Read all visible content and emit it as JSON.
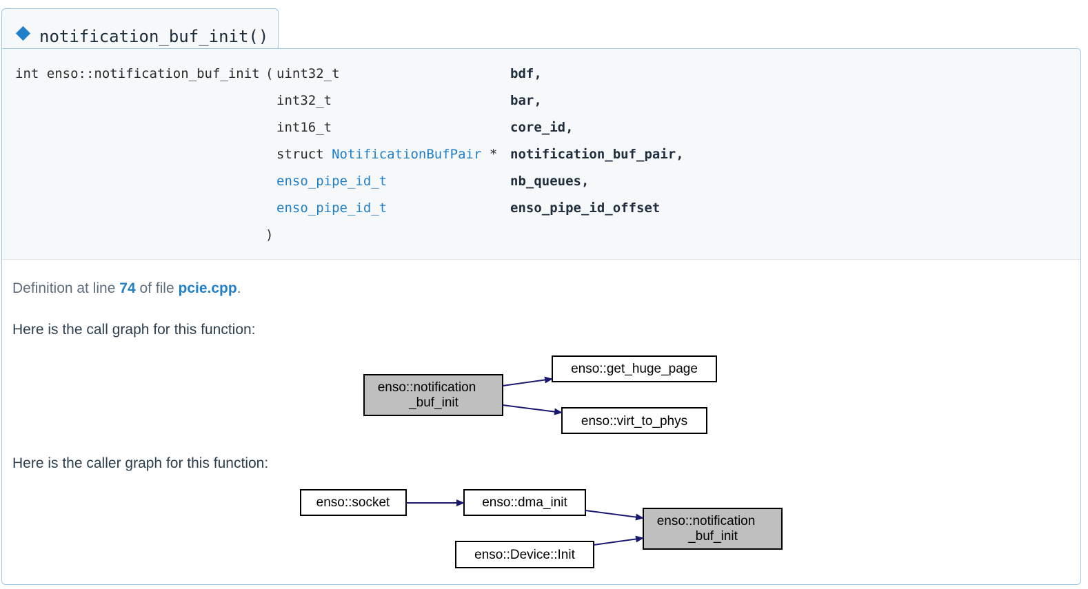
{
  "member": {
    "title": "notification_buf_init()",
    "signature_prefix": "int enso::notification_buf_init",
    "open_paren": "(",
    "close_paren": ")",
    "params": [
      {
        "type_prefix": "",
        "type": "uint32_t",
        "type_is_link": false,
        "suffix": "",
        "name": "bdf,"
      },
      {
        "type_prefix": "",
        "type": "int32_t",
        "type_is_link": false,
        "suffix": "",
        "name": "bar,"
      },
      {
        "type_prefix": "",
        "type": "int16_t",
        "type_is_link": false,
        "suffix": "",
        "name": "core_id,"
      },
      {
        "type_prefix": "struct ",
        "type": "NotificationBufPair",
        "type_is_link": true,
        "suffix": " *",
        "name": "notification_buf_pair,"
      },
      {
        "type_prefix": "",
        "type": "enso_pipe_id_t",
        "type_is_link": true,
        "suffix": "",
        "name": "nb_queues,"
      },
      {
        "type_prefix": "",
        "type": "enso_pipe_id_t",
        "type_is_link": true,
        "suffix": "",
        "name": "enso_pipe_id_offset"
      }
    ]
  },
  "definition": {
    "prefix": "Definition at line ",
    "line": "74",
    "middle": " of file ",
    "file": "pcie.cpp",
    "suffix": "."
  },
  "call_graph": {
    "heading": "Here is the call graph for this function:",
    "root": [
      "enso::notification",
      "_buf_init"
    ],
    "callees": [
      "enso::get_huge_page",
      "enso::virt_to_phys"
    ]
  },
  "caller_graph": {
    "heading": "Here is the caller graph for this function:",
    "nodes": {
      "socket": "enso::socket",
      "dma_init": "enso::dma_init",
      "device_init": "enso::Device::Init",
      "root": [
        "enso::notification",
        "_buf_init"
      ]
    }
  },
  "colors": {
    "accent": "#1f7fc9",
    "border": "#9ccae7",
    "proto_bg": "#f6f8fa",
    "node_fill": "#bfbfbf",
    "edge": "#191970"
  }
}
